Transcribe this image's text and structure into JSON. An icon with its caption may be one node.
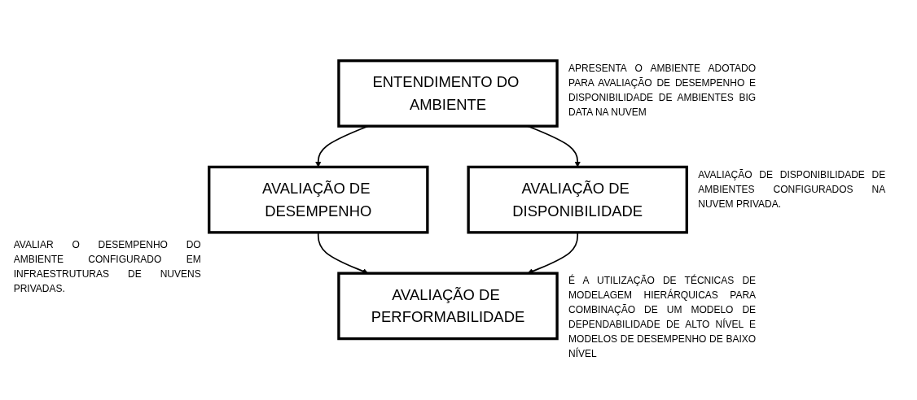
{
  "diagram": {
    "nodes": [
      {
        "text": [
          "ENTENDIMENTO DO AMBIENTE"
        ],
        "beside": [
          "APRESENTA O AMBIENTE ADOTADO PARA AVALIAÇÃO DE DESEMPENHO E DISPONIBILIDADE DE AMBIENTES BIG DATA NA NUVEM"
        ]
      },
      {
        "text": [
          "AVALIAÇÃO DE DESEMPENHO"
        ],
        "beside": [
          "AVALIAR O DESEMPENHO DO AMBIENTE CONFIGURADO EM INFRAESTRUTURAS DE NUVENS PRIVADAS."
        ]
      },
      {
        "text": [
          "AVALIAÇÃO DE DISPONIBILIDADE"
        ],
        "beside": [
          "AVALIAÇÃO DE DISPONIBILIDADE DE AMBIENTES CONFIGURADOS NA NUVEM PRIVADA."
        ]
      },
      {
        "text": [
          "AVALIAÇÃO DE PERFORMABILIDADE"
        ],
        "beside": [
          "É A UTILIZAÇÃO DE TÉCNICAS DE MODELAGEM HIERÁRQUICAS PARA COMBINAÇÃO DE UM MODELO DE DEPENDABILIDADE DE ALTO NÍVEL E MODELOS DE DESEMPENHO DE BAIXO NÍVEL"
        ]
      }
    ],
    "edges": [
      {
        "from": 0,
        "to": 1,
        "arrow": "to"
      },
      {
        "from": 0,
        "to": 2,
        "arrow": "to"
      },
      {
        "from": 1,
        "to": 3,
        "arrow": "to"
      },
      {
        "from": 2,
        "to": 3,
        "arrow": "to"
      }
    ]
  }
}
